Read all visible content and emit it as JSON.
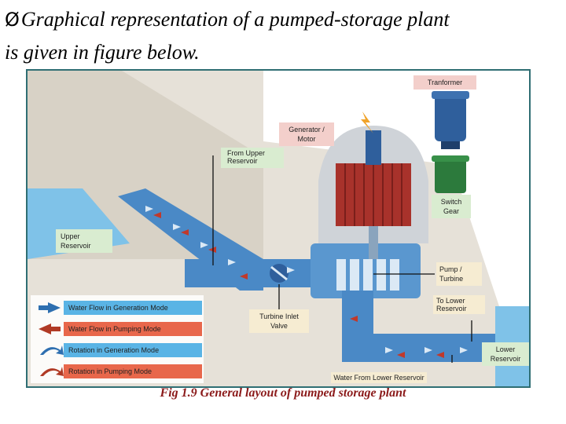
{
  "heading": {
    "bullet": "Ø",
    "line1": "Graphical representation of a pumped-storage plant",
    "line2": "is given in figure below."
  },
  "figure": {
    "labels": {
      "transformer": "Tranformer",
      "generator_line1": "Generator /",
      "generator_line2": "Motor",
      "from_upper_line1": "From Upper",
      "from_upper_line2": "Reservoir",
      "switch_line1": "Switch",
      "switch_line2": "Gear",
      "upper_line1": "Upper",
      "upper_line2": "Reservoir",
      "pump_line1": "Pump /",
      "pump_line2": "Turbine",
      "to_lower_line1": "To Lower",
      "to_lower_line2": "Reservoir",
      "valve_line1": "Turbine Inlet",
      "valve_line2": "Valve",
      "lower_line1": "Lower",
      "lower_line2": "Reservoir",
      "from_lower": "Water From Lower Reservoir"
    },
    "legend": [
      {
        "text": "Water Flow in Generation Mode",
        "color": "#5ab4e5"
      },
      {
        "text": "Water Flow in Pumping Mode",
        "color": "#e8674b"
      },
      {
        "text": "Rotation in Generation Mode",
        "color": "#5ab4e5"
      },
      {
        "text": "Rotation in Pumping Mode",
        "color": "#e8674b"
      }
    ],
    "colors": {
      "water": "#4a89c6",
      "rock": "#e6e1d8",
      "generator": "#a8322b",
      "transformer": "#2f5f9c",
      "switchgear": "#2c7a3c",
      "label_pink": "#f3cfcb",
      "label_green": "#d9ecd0",
      "label_yellow": "#f6ecd2"
    }
  },
  "caption": "Fig 1.9  General layout of pumped storage plant"
}
